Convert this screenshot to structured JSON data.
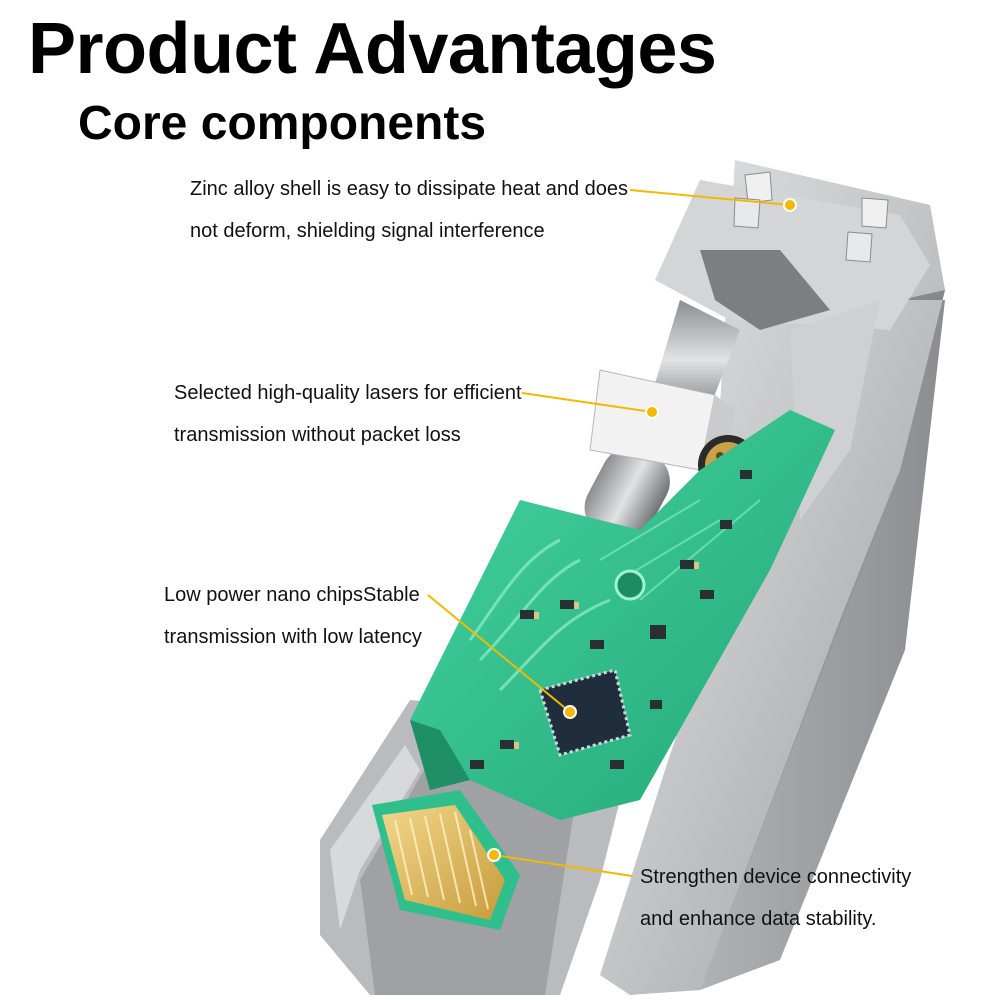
{
  "header": {
    "title": "Product Advantages",
    "subtitle": "Core components"
  },
  "callouts": [
    {
      "line1": "Zinc alloy shell is easy to dissipate heat and does",
      "line2": "not deform, shielding signal interference"
    },
    {
      "line1": "Selected high-quality lasers for efficient",
      "line2": " transmission without packet loss"
    },
    {
      "line1": "Low power nano chipsStable",
      "line2": " transmission with low latency"
    },
    {
      "line1": "Strengthen device connectivity",
      "line2": "and enhance data stability."
    }
  ],
  "colors": {
    "accent": "#f5b800",
    "pcb": "#2fbf8c",
    "shell": "#c9cbcd",
    "gold": "#d9b45a"
  }
}
